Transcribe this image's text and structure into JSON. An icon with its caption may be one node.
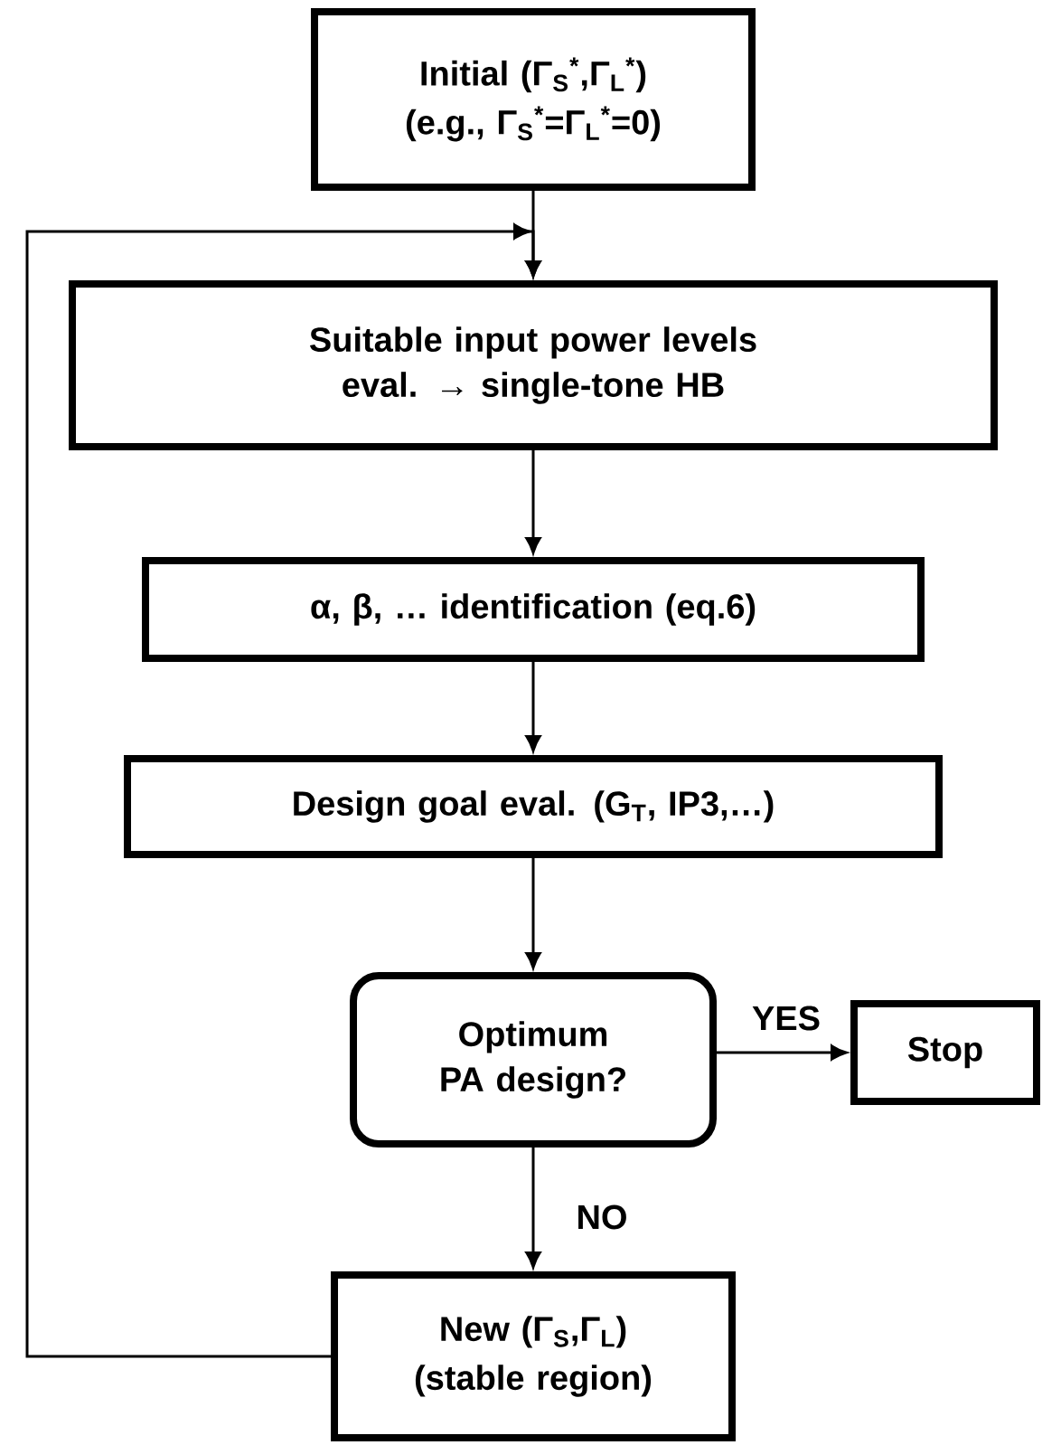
{
  "diagram": {
    "nodes": [
      {
        "text": [
          "Initial (Γ$_{S}$$^{*}$,Γ$_{L}$$^{*}$)",
          "(e.g., Γ$_{S}$$^{*}$=Γ$_{L}$$^{*}$=0)"
        ]
      },
      {
        "text": [
          "Suitable input power levels eval. → single-tone HB"
        ]
      },
      {
        "text": [
          "α, β, … identification (eq.6)"
        ]
      },
      {
        "text": [
          "Design goal eval. (G$_{T}$, IP3,…)"
        ]
      },
      {
        "text": [
          "Optimum PA design?"
        ]
      },
      {
        "text": [
          "Stop"
        ]
      },
      {
        "text": [
          "New (Γ$_{S}$,Γ$_{L}$)",
          "(stable region)"
        ]
      }
    ],
    "edges": [
      {
        "from": 0,
        "to": 1,
        "arrow": "to"
      },
      {
        "from": 1,
        "to": 2,
        "arrow": "to"
      },
      {
        "from": 2,
        "to": 3,
        "arrow": "to"
      },
      {
        "from": 3,
        "to": 4,
        "arrow": "to"
      },
      {
        "from": 4,
        "to": 5,
        "arrow": "to",
        "label": "YES"
      },
      {
        "from": 4,
        "to": 6,
        "arrow": "to",
        "label": "NO"
      },
      {
        "from": 6,
        "to": 1,
        "arrow": "to"
      }
    ]
  }
}
